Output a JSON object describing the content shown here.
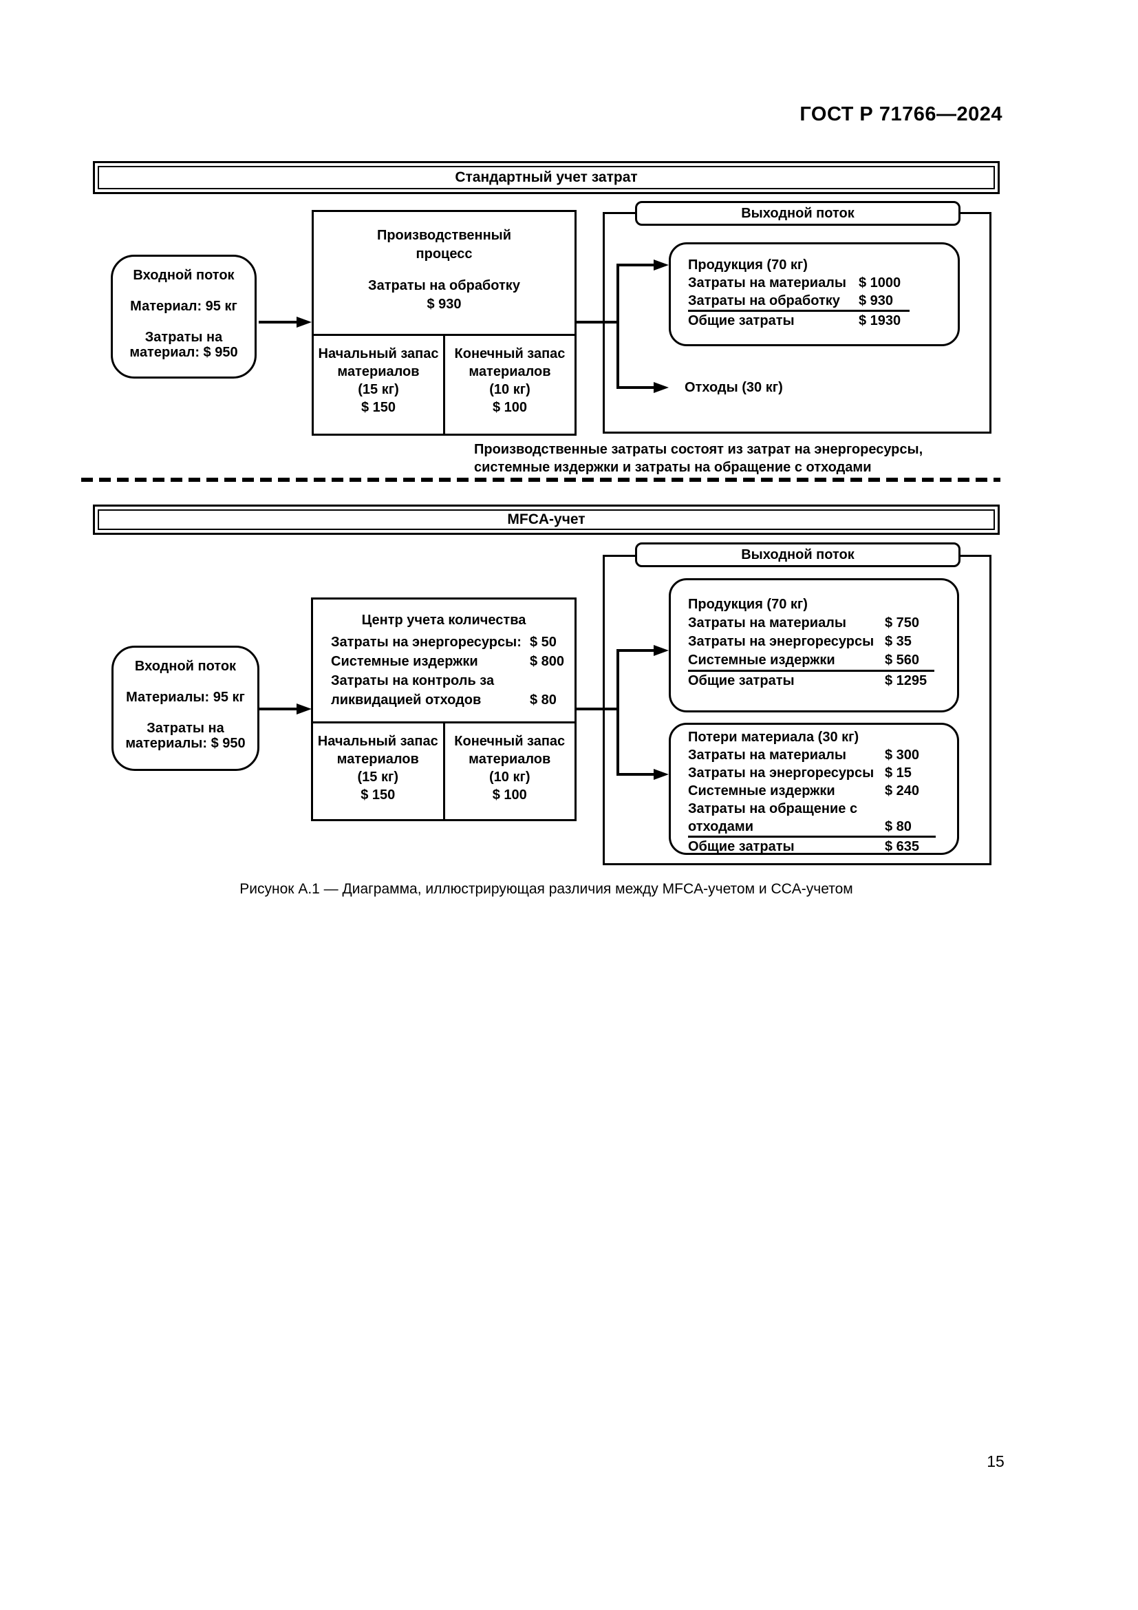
{
  "page": {
    "header": "ГОСТ Р 71766—2024",
    "page_number": "15",
    "caption": "Рисунок А.1 — Диаграмма, иллюстрирующая различия между MFCA-учетом и CCA-учетом"
  },
  "colors": {
    "ink": "#000000",
    "paper": "#ffffff"
  },
  "standard": {
    "banner": "Стандартный учет затрат",
    "input_box": {
      "lines": [
        "Входной поток",
        "Материал: 95 кг",
        "Затраты на",
        "материал: $ 950"
      ]
    },
    "process_box": {
      "title_lines": [
        "Производственный",
        "процесс"
      ],
      "cost_label": "Затраты на обработку",
      "cost_value": "$ 930"
    },
    "opening_stock": [
      "Начальный запас",
      "материалов",
      "(15 кг)",
      "$ 150"
    ],
    "closing_stock": [
      "Конечный запас",
      "материалов",
      "(10 кг)",
      "$ 100"
    ],
    "output_tab": "Выходной поток",
    "product_box": {
      "rows": [
        {
          "label": "Продукция (70 кг)",
          "value": ""
        },
        {
          "label": "Затраты на материалы",
          "value": "$ 1000"
        },
        {
          "label": "Затраты на обработку",
          "value": "$ 930"
        },
        {
          "label": "Общие затраты",
          "value": "$ 1930"
        }
      ]
    },
    "waste_label": "Отходы (30 кг)",
    "note_lines": [
      "Производственные затраты состоят из затрат на энергоресурсы,",
      "системные издержки и затраты на обращение с отходами"
    ]
  },
  "mfca": {
    "banner": "MFCA-учет",
    "input_box": {
      "lines": [
        "Входной поток",
        "Материалы: 95 кг",
        "Затраты на",
        "материалы: $ 950"
      ]
    },
    "center_box": {
      "title": "Центр учета количества",
      "rows": [
        {
          "label": "Затраты на энергоресурсы:",
          "value": "$ 50"
        },
        {
          "label": "Системные издержки",
          "value": "$ 800"
        },
        {
          "label": "Затраты на контроль за",
          "value": ""
        },
        {
          "label": "ликвидацией отходов",
          "value": "$ 80"
        }
      ]
    },
    "opening_stock": [
      "Начальный запас",
      "материалов",
      "(15 кг)",
      "$ 150"
    ],
    "closing_stock": [
      "Конечный запас",
      "материалов",
      "(10 кг)",
      "$ 100"
    ],
    "output_tab": "Выходной поток",
    "product_box": {
      "rows": [
        {
          "label": "Продукция (70 кг)",
          "value": ""
        },
        {
          "label": "Затраты на материалы",
          "value": "$ 750"
        },
        {
          "label": "Затраты на энергоресурсы",
          "value": "$ 35"
        },
        {
          "label": "Системные издержки",
          "value": "$ 560"
        },
        {
          "label": "Общие затраты",
          "value": "$ 1295"
        }
      ]
    },
    "loss_box": {
      "rows": [
        {
          "label": "Потери материала (30 кг)",
          "value": ""
        },
        {
          "label": "Затраты на материалы",
          "value": "$ 300"
        },
        {
          "label": "Затраты на энергоресурсы",
          "value": "$ 15"
        },
        {
          "label": "Системные издержки",
          "value": "$ 240"
        },
        {
          "label": "Затраты на обращение с",
          "value": ""
        },
        {
          "label": "отходами",
          "value": "$ 80"
        },
        {
          "label": "Общие затраты",
          "value": "$ 635"
        }
      ]
    }
  }
}
